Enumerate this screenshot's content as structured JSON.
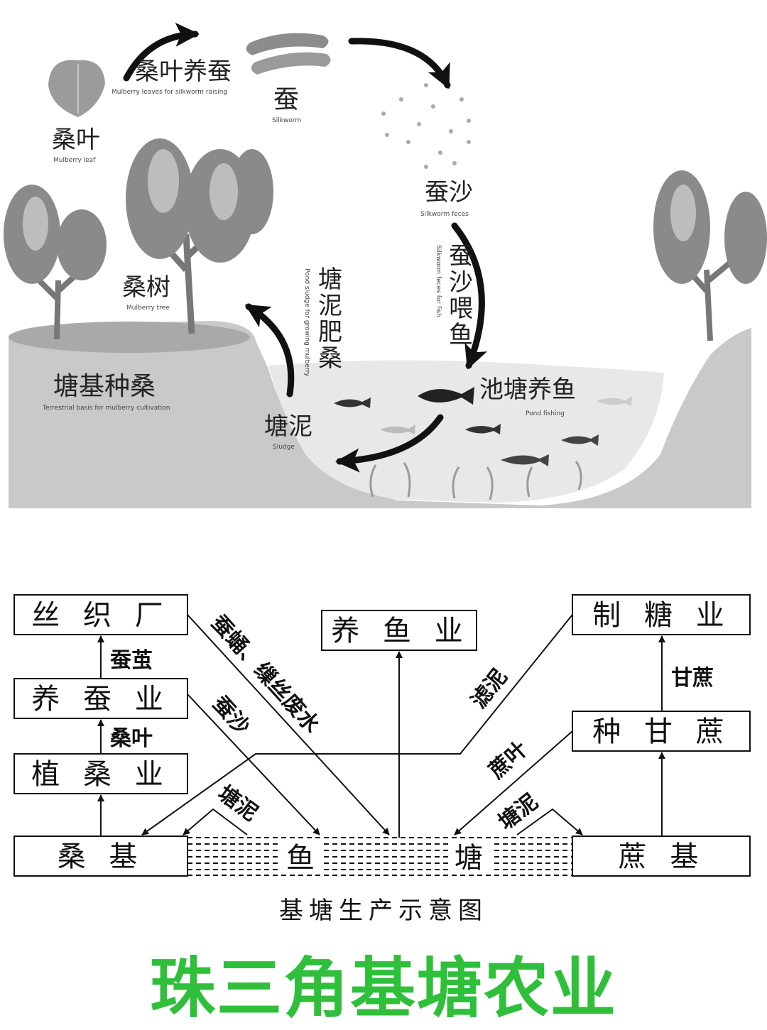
{
  "illustration": {
    "mulberry_leaf": {
      "cn": "桑叶",
      "en": "Mulberry leaf"
    },
    "leaf_to_silkworm": {
      "cn": "桑叶养蚕",
      "en": "Mulberry leaves for silkworm raising"
    },
    "silkworm": {
      "cn": "蚕",
      "en": "Silkworm"
    },
    "silkworm_feces": {
      "cn": "蚕沙",
      "en": "Silkworm feces"
    },
    "feces_to_fish": {
      "cn": "蚕沙喂鱼",
      "en": "Silkworm feces for fish"
    },
    "pond_fishing": {
      "cn": "池塘养鱼",
      "en": "Pond fishing"
    },
    "sludge": {
      "cn": "塘泥",
      "en": "Sludge"
    },
    "sludge_to_mulberry": {
      "cn": "塘泥肥桑",
      "en": "Pond sludge for growing mulberry"
    },
    "mulberry_tree": {
      "cn": "桑树",
      "en": "Mulberry tree"
    },
    "dike_mulberry": {
      "cn": "塘基种桑",
      "en": "Terrestrial basis for mulberry cultivation"
    }
  },
  "flowchart": {
    "boxes": {
      "silk_factory": "丝 织 厂",
      "sericulture": "养 蚕 业",
      "mulberry_planting": "植 桑 业",
      "mulberry_dike": "桑 基",
      "fish_pond_left": "鱼",
      "fish_pond_right": "塘",
      "fish_farming": "养 鱼 业",
      "sugar_industry": "制 糖 业",
      "sugarcane_planting": "种 甘 蔗",
      "cane_dike": "蔗 基"
    },
    "edges": {
      "cocoon": "蚕茧",
      "mulberry_leaf": "桑叶",
      "pupa_wastewater": "蚕蛹、缫丝废水",
      "silk_feces": "蚕沙",
      "sludge_left": "塘泥",
      "filter_mud": "滤泥",
      "cane_leaf": "蔗叶",
      "sludge_right": "塘泥",
      "sugarcane": "甘蔗"
    },
    "caption": "基塘生产示意图"
  },
  "footer": {
    "title": "珠三角基塘农业",
    "color": "#2fbf3a"
  }
}
